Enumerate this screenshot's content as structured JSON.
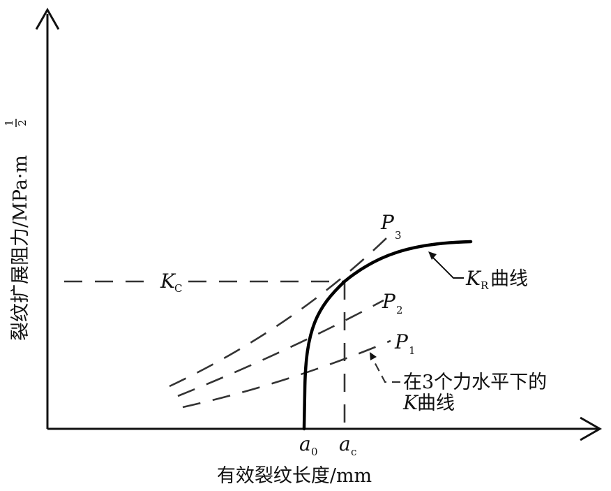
{
  "axes": {
    "y_label": "裂纹扩展阻力/MPa·m",
    "y_exp_num": "1",
    "y_exp_den": "2",
    "x_label": "有效裂纹长度/mm"
  },
  "kc": {
    "letter": "K",
    "sub": "C"
  },
  "ticks": {
    "a0": {
      "letter": "a",
      "sub": "0"
    },
    "ac": {
      "letter": "a",
      "sub": "c"
    }
  },
  "loads": [
    {
      "letter": "P",
      "sub": "3"
    },
    {
      "letter": "P",
      "sub": "2"
    },
    {
      "letter": "P",
      "sub": "1"
    }
  ],
  "kr_label": {
    "letter": "K",
    "sub": "R",
    "suffix": "曲线"
  },
  "k_label": {
    "line1": "在3个力水平下的",
    "letter": "K",
    "suffix": "曲线"
  }
}
